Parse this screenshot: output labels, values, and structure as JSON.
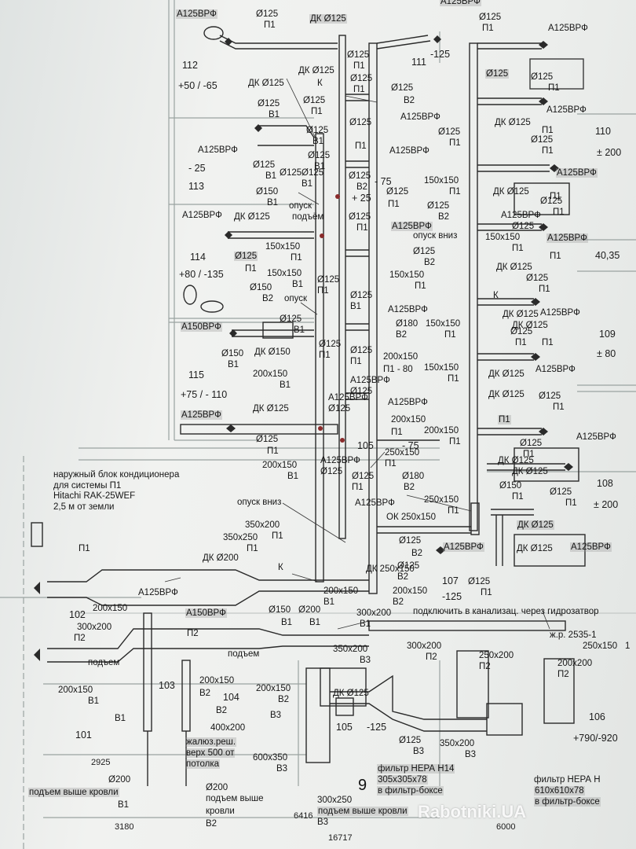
{
  "rooms": [
    {
      "id": "112",
      "name": "112",
      "pressure": "+50 / -65"
    },
    {
      "id": "111",
      "name": "111",
      "pressure": "-125"
    },
    {
      "id": "110",
      "name": "110",
      "pressure": "± 200"
    },
    {
      "id": "113",
      "name": "113",
      "pressure": "- 25"
    },
    {
      "id": "114",
      "name": "114",
      "pressure": "+80 / -135"
    },
    {
      "id": "115",
      "name": "115",
      "pressure": "+75 / - 110"
    },
    {
      "id": "109",
      "name": "109",
      "pressure": "± 80"
    },
    {
      "id": "108",
      "name": "108",
      "pressure": "± 200"
    },
    {
      "id": "105a",
      "name": "105",
      "pressure": "- 75"
    },
    {
      "id": "107",
      "name": "107",
      "pressure": "-125"
    },
    {
      "id": "102",
      "name": "102",
      "pressure": ""
    },
    {
      "id": "103",
      "name": "103",
      "pressure": ""
    },
    {
      "id": "104",
      "name": "104",
      "pressure": ""
    },
    {
      "id": "101",
      "name": "101",
      "pressure": ""
    },
    {
      "id": "105b",
      "name": "105",
      "pressure": "-125"
    },
    {
      "id": "106",
      "name": "106",
      "pressure": "+790/-920"
    }
  ],
  "room_extra": {
    "area_label": "40,35",
    "plus25": "+ 25",
    "minus75": "- 75"
  },
  "labels": [
    {
      "t": "А125ВРФ",
      "hl": true
    },
    {
      "t": "Ø125",
      "hl": false
    },
    {
      "t": "П1",
      "hl": false
    },
    {
      "t": "ДК Ø125",
      "hl": true
    },
    {
      "t": "А125ВРФ",
      "hl": true
    },
    {
      "t": "Ø125",
      "hl": false
    },
    {
      "t": "П1",
      "hl": false
    },
    {
      "t": "А125ВРФ",
      "hl": false
    },
    {
      "t": "Ø125",
      "hl": false
    },
    {
      "t": "П1",
      "hl": false
    },
    {
      "t": "ДК Ø125",
      "hl": false
    },
    {
      "t": "Ø125",
      "hl": false
    },
    {
      "t": "П1",
      "hl": false
    },
    {
      "t": "ДК Ø125",
      "hl": false
    },
    {
      "t": "Ø125",
      "hl": false
    },
    {
      "t": "В2",
      "hl": false
    },
    {
      "t": "Ø125",
      "hl": false
    },
    {
      "t": "В1",
      "hl": false
    },
    {
      "t": "Ø125",
      "hl": false
    },
    {
      "t": "П1",
      "hl": false
    },
    {
      "t": "А125ВРФ",
      "hl": false
    },
    {
      "t": "Ø125",
      "hl": false
    },
    {
      "t": "В1",
      "hl": false
    },
    {
      "t": "А125ВРФ",
      "hl": false
    },
    {
      "t": "А125ВРФ",
      "hl": false
    },
    {
      "t": "Ø125",
      "hl": false
    },
    {
      "t": "Ø125",
      "hl": false
    },
    {
      "t": "В1",
      "hl": false
    },
    {
      "t": "Ø125",
      "hl": false
    },
    {
      "t": "П1",
      "hl": false
    },
    {
      "t": "Ø125",
      "hl": false
    },
    {
      "t": "П1",
      "hl": false
    },
    {
      "t": "ДК Ø125",
      "hl": false
    },
    {
      "t": "Ø125",
      "hl": false
    },
    {
      "t": "П1",
      "hl": false
    },
    {
      "t": "Ø125",
      "hl": false
    },
    {
      "t": "П1",
      "hl": false
    },
    {
      "t": "А125ВРФ",
      "hl": true
    },
    {
      "t": "150x150",
      "hl": false
    },
    {
      "t": "П1",
      "hl": false
    },
    {
      "t": "ДК Ø125",
      "hl": false
    },
    {
      "t": "Ø125",
      "hl": false
    },
    {
      "t": "П1",
      "hl": false
    },
    {
      "t": "Ø150",
      "hl": false
    },
    {
      "t": "В1",
      "hl": false
    },
    {
      "t": "Ø125",
      "hl": false
    },
    {
      "t": "П1",
      "hl": false
    },
    {
      "t": "Ø125",
      "hl": false
    },
    {
      "t": "В2",
      "hl": false
    },
    {
      "t": "опуск",
      "hl": false
    },
    {
      "t": "подъём",
      "hl": false
    },
    {
      "t": "А125ВРФ",
      "hl": false
    },
    {
      "t": "ДК Ø125",
      "hl": false
    },
    {
      "t": "А125ВРФ",
      "hl": true
    },
    {
      "t": "опуск вниз",
      "hl": false
    },
    {
      "t": "А125ВРФ",
      "hl": true
    },
    {
      "t": "Ø125",
      "hl": true
    },
    {
      "t": "П1",
      "hl": false
    },
    {
      "t": "150x150",
      "hl": false
    },
    {
      "t": "П1",
      "hl": false
    },
    {
      "t": "Ø125",
      "hl": false
    },
    {
      "t": "В2",
      "hl": false
    },
    {
      "t": "150x150",
      "hl": false
    },
    {
      "t": "П1",
      "hl": false
    },
    {
      "t": "150x150",
      "hl": false
    },
    {
      "t": "В1",
      "hl": false
    },
    {
      "t": "150x150",
      "hl": false
    },
    {
      "t": "П1",
      "hl": false
    },
    {
      "t": "ДК Ø125",
      "hl": false
    },
    {
      "t": "Ø125",
      "hl": false
    },
    {
      "t": "П1",
      "hl": false
    },
    {
      "t": "Ø150",
      "hl": false
    },
    {
      "t": "В2",
      "hl": false
    },
    {
      "t": "опуск",
      "hl": false
    },
    {
      "t": "А125ВРФ",
      "hl": false
    },
    {
      "t": "А125ВРФ",
      "hl": false
    },
    {
      "t": "А150ВРФ",
      "hl": true
    },
    {
      "t": "Ø180",
      "hl": false
    },
    {
      "t": "В2",
      "hl": false
    },
    {
      "t": "150x150",
      "hl": false
    },
    {
      "t": "П1",
      "hl": false
    },
    {
      "t": "Ø150",
      "hl": false
    },
    {
      "t": "В1",
      "hl": false
    },
    {
      "t": "ДК Ø150",
      "hl": false
    },
    {
      "t": "Ø125",
      "hl": false
    },
    {
      "t": "П1",
      "hl": false
    },
    {
      "t": "200x150",
      "hl": false
    },
    {
      "t": "П1 - 80",
      "hl": false
    },
    {
      "t": "150x150",
      "hl": false
    },
    {
      "t": "П1",
      "hl": false
    },
    {
      "t": "ДК Ø125",
      "hl": false
    },
    {
      "t": "А125ВРФ",
      "hl": false
    },
    {
      "t": "200x150",
      "hl": false
    },
    {
      "t": "В1",
      "hl": false
    },
    {
      "t": "ДК Ø125",
      "hl": false
    },
    {
      "t": "Ø125",
      "hl": false
    },
    {
      "t": "П1",
      "hl": false
    },
    {
      "t": "А125ВРФ",
      "hl": false
    },
    {
      "t": "А125ВРФ",
      "hl": true
    },
    {
      "t": "ДК Ø125",
      "hl": false
    },
    {
      "t": "200x150",
      "hl": false
    },
    {
      "t": "П1",
      "hl": false
    },
    {
      "t": "А125ВРФ",
      "hl": false
    },
    {
      "t": "Ø125",
      "hl": false
    },
    {
      "t": "П1",
      "hl": false
    },
    {
      "t": "200x150",
      "hl": false
    },
    {
      "t": "П1",
      "hl": false
    },
    {
      "t": "Ø125",
      "hl": false
    },
    {
      "t": "П1",
      "hl": false
    },
    {
      "t": "250x150",
      "hl": false
    },
    {
      "t": "П1",
      "hl": false
    },
    {
      "t": "200x150",
      "hl": false
    },
    {
      "t": "В1",
      "hl": false
    },
    {
      "t": "Ø180",
      "hl": false
    },
    {
      "t": "В2",
      "hl": false
    },
    {
      "t": "Ø150",
      "hl": false
    },
    {
      "t": "П1",
      "hl": false
    },
    {
      "t": "Ø125",
      "hl": false
    },
    {
      "t": "П1",
      "hl": false
    },
    {
      "t": "250x150",
      "hl": false
    },
    {
      "t": "П1",
      "hl": false
    },
    {
      "t": "опуск вниз",
      "hl": false
    },
    {
      "t": "ОК 250x150",
      "hl": false
    },
    {
      "t": "350x200",
      "hl": false
    },
    {
      "t": "П1",
      "hl": false
    },
    {
      "t": "350x250",
      "hl": false
    },
    {
      "t": "П1",
      "hl": false
    },
    {
      "t": "Ø125",
      "hl": false
    },
    {
      "t": "В2",
      "hl": false
    },
    {
      "t": "А125ВРФ",
      "hl": true
    },
    {
      "t": "ДК Ø125",
      "hl": false
    },
    {
      "t": "А125ВРФ",
      "hl": true
    },
    {
      "t": "ДК Ø200",
      "hl": false
    },
    {
      "t": "Ø125",
      "hl": false
    },
    {
      "t": "В2",
      "hl": false
    },
    {
      "t": "Ø125",
      "hl": false
    },
    {
      "t": "П1",
      "hl": false
    },
    {
      "t": "200x150",
      "hl": false
    },
    {
      "t": "В1",
      "hl": false
    },
    {
      "t": "200x150",
      "hl": false
    },
    {
      "t": "В2",
      "hl": false
    },
    {
      "t": "П1",
      "hl": false
    },
    {
      "t": "200x150",
      "hl": false
    },
    {
      "t": "А150ВРФ",
      "hl": true
    },
    {
      "t": "Ø150",
      "hl": false
    },
    {
      "t": "В1",
      "hl": false
    },
    {
      "t": "Ø200",
      "hl": false
    },
    {
      "t": "В1",
      "hl": false
    },
    {
      "t": "300x200",
      "hl": false
    },
    {
      "t": "В1",
      "hl": false
    },
    {
      "t": "подключить в канализац. через гидрозатвор",
      "hl": false
    },
    {
      "t": "300x200",
      "hl": false
    },
    {
      "t": "П2",
      "hl": false
    },
    {
      "t": "П2",
      "hl": false
    },
    {
      "t": "300x200",
      "hl": false
    },
    {
      "t": "П2",
      "hl": false
    },
    {
      "t": "ж.р. 2535-1",
      "hl": false
    },
    {
      "t": "250x150",
      "hl": false
    },
    {
      "t": "1",
      "hl": false
    },
    {
      "t": "подъем",
      "hl": false
    },
    {
      "t": "подъем",
      "hl": false
    },
    {
      "t": "350x200",
      "hl": false
    },
    {
      "t": "В3",
      "hl": false
    },
    {
      "t": "250x200",
      "hl": false
    },
    {
      "t": "П2",
      "hl": false
    },
    {
      "t": "200x200",
      "hl": false
    },
    {
      "t": "П2",
      "hl": false
    },
    {
      "t": "200x150",
      "hl": false
    },
    {
      "t": "В1",
      "hl": false
    },
    {
      "t": "200x150",
      "hl": false
    },
    {
      "t": "В2",
      "hl": false
    },
    {
      "t": "200x150",
      "hl": false
    },
    {
      "t": "В2",
      "hl": false
    },
    {
      "t": "В2",
      "hl": false
    },
    {
      "t": "В1",
      "hl": false
    },
    {
      "t": "ДК Ø125",
      "hl": false
    },
    {
      "t": "В3",
      "hl": false
    },
    {
      "t": "400x200",
      "hl": false
    },
    {
      "t": "Ø125",
      "hl": false
    },
    {
      "t": "В3",
      "hl": false
    },
    {
      "t": "350x200",
      "hl": false
    },
    {
      "t": "В3",
      "hl": false
    },
    {
      "t": "600x350",
      "hl": false
    },
    {
      "t": "В3",
      "hl": false
    },
    {
      "t": "фильтр НЕРА Н14",
      "hl": true
    },
    {
      "t": "305x305x78",
      "hl": true
    },
    {
      "t": "в фильтр-боксе",
      "hl": true
    },
    {
      "t": "фильтр НЕРА  Н",
      "hl": false
    },
    {
      "t": "610x610x78",
      "hl": true
    },
    {
      "t": "в фильтр-боксе",
      "hl": true
    },
    {
      "t": "Ø200",
      "hl": false
    },
    {
      "t": "подъем выше кровли",
      "hl": true
    },
    {
      "t": "В1",
      "hl": false
    },
    {
      "t": "Ø200",
      "hl": false
    },
    {
      "t": "подъем выше",
      "hl": false
    },
    {
      "t": "кровли",
      "hl": false
    },
    {
      "t": "В2",
      "hl": false
    },
    {
      "t": "300x250",
      "hl": false
    },
    {
      "t": "подъем выше кровли",
      "hl": true
    },
    {
      "t": "В3",
      "hl": false
    },
    {
      "t": "жалюз.реш.",
      "hl": true
    },
    {
      "t": "верх 500 от",
      "hl": true
    },
    {
      "t": "потолка",
      "hl": true
    },
    {
      "t": "Ø125",
      "hl": false
    },
    {
      "t": "В1",
      "hl": false
    },
    {
      "t": "Ø125",
      "hl": false
    },
    {
      "t": "В1",
      "hl": false
    },
    {
      "t": "А125ВРФ",
      "hl": false
    },
    {
      "t": "Ø125",
      "hl": false
    },
    {
      "t": "П1",
      "hl": false
    },
    {
      "t": "Ø125",
      "hl": false
    },
    {
      "t": "В2",
      "hl": false
    },
    {
      "t": "Ø125",
      "hl": false
    },
    {
      "t": "В1",
      "hl": false
    },
    {
      "t": "Ø125",
      "hl": false
    },
    {
      "t": "П1",
      "hl": false
    },
    {
      "t": "Ø125",
      "hl": false
    },
    {
      "t": "В1",
      "hl": false
    },
    {
      "t": "Ø125",
      "hl": false
    },
    {
      "t": "П1",
      "hl": false
    },
    {
      "t": "Ø125",
      "hl": false
    },
    {
      "t": "П1",
      "hl": false
    },
    {
      "t": "А125ВРФ",
      "hl": false
    },
    {
      "t": "Ø125",
      "hl": false
    },
    {
      "t": "П1",
      "hl": false
    },
    {
      "t": "А125ВРФ",
      "hl": false
    },
    {
      "t": "Ø125",
      "hl": false
    },
    {
      "t": "П1",
      "hl": false
    },
    {
      "t": "А125ВРФ",
      "hl": false
    },
    {
      "t": "Ø125",
      "hl": false
    },
    {
      "t": "П1",
      "hl": false
    },
    {
      "t": "Ø125",
      "hl": false
    },
    {
      "t": "П1",
      "hl": false
    },
    {
      "t": "А125ВРФ",
      "hl": false
    },
    {
      "t": "Ø125",
      "hl": false
    },
    {
      "t": "П1",
      "hl": false
    },
    {
      "t": "ДК Ø125",
      "hl": true
    },
    {
      "t": "ДК Ø125",
      "hl": true
    },
    {
      "t": "Ø125",
      "hl": false
    },
    {
      "t": "П1",
      "hl": false
    },
    {
      "t": "ДК Ø125",
      "hl": true
    },
    {
      "t": "ДК Ø125",
      "hl": false
    },
    {
      "t": "ДК Ø125",
      "hl": false
    },
    {
      "t": "К",
      "hl": false
    },
    {
      "t": "К",
      "hl": false
    },
    {
      "t": "К",
      "hl": false
    },
    {
      "t": "ДК 250x150",
      "hl": false
    },
    {
      "t": "А125ВРФ",
      "hl": true
    },
    {
      "t": "А125ВРФ",
      "hl": false
    }
  ],
  "notes": {
    "outdoor_unit": [
      "наружный блок кондиционера",
      "для системы П1",
      "Hitachi RAK-25WEF",
      "2,5 м от земли"
    ]
  },
  "dims": [
    "2925",
    "3180",
    "6416",
    "16717",
    "6000"
  ],
  "sheet_no": "9",
  "watermark": "Rabotniki.UA"
}
